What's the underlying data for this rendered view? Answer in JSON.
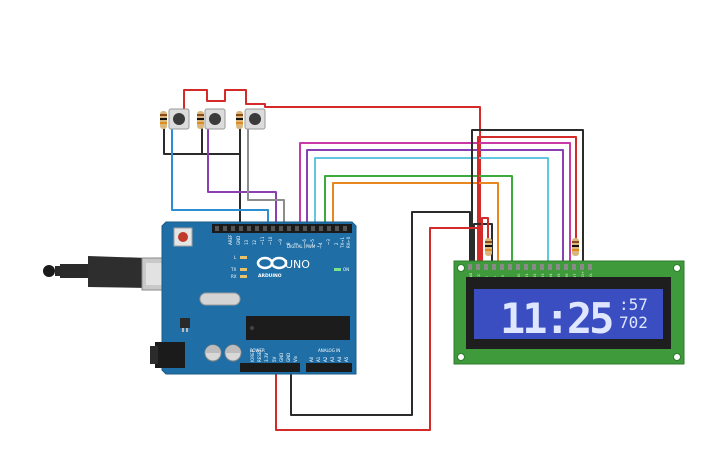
{
  "board": {
    "name": "UNO",
    "brand": "ARDUINO",
    "digital_label": "DIGITAL (PWM ~)",
    "analog_label": "ANALOG IN",
    "power_label": "POWER",
    "on_label": "ON",
    "l_label": "L",
    "tx_label": "TX",
    "rx_label": "RX",
    "aref_label": "AREF",
    "gnd_label": "GND",
    "digital_pins": [
      "13",
      "12",
      "~11",
      "~10",
      "~9",
      "8",
      "7",
      "~6",
      "~5",
      "4",
      "~3",
      "2",
      "TX→1",
      "RX←0"
    ],
    "power_pins": [
      "IOREF",
      "RESET",
      "3.3V",
      "5V",
      "GND",
      "GND",
      "Vin"
    ],
    "analog_pins": [
      "A0",
      "A1",
      "A2",
      "A3",
      "A4",
      "A5"
    ]
  },
  "lcd": {
    "big_digits": "11:25",
    "small_top": ":57",
    "small_bottom": "702",
    "pin_labels": [
      "GND",
      "VCC",
      "V0",
      "RS",
      "RW",
      "E",
      "DB0",
      "DB1",
      "DB2",
      "DB3",
      "DB4",
      "DB5",
      "DB6",
      "DB7",
      "LED+",
      "LED-"
    ]
  },
  "colors": {
    "board": "#1f6fa6",
    "lcd_pcb": "#3e9a3b",
    "lcd_screen": "#3a4ec2",
    "lcd_text": "#dfe6ff",
    "wire_red": "#d42a2a",
    "wire_black": "#2b2b2b",
    "wire_purple": "#8a3fb2",
    "wire_blue": "#2c8fd6",
    "wire_gray": "#8c8c8c",
    "wire_magenta": "#c93aa7",
    "wire_cyan": "#62c6e0",
    "wire_green": "#3caa3c",
    "wire_orange": "#e8871e"
  }
}
